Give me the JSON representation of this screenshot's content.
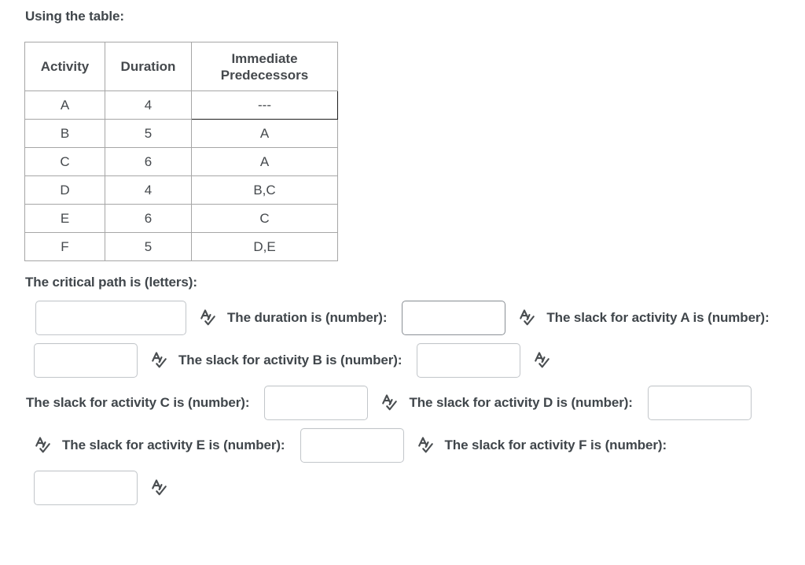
{
  "intro": {
    "heading": "Using the table:"
  },
  "table": {
    "name": "activity-duration-table",
    "headers": [
      "Activity",
      "Duration",
      "Immediate Predecessors"
    ],
    "rows": [
      {
        "activity": "A",
        "duration": "4",
        "predecessors": "---"
      },
      {
        "activity": "B",
        "duration": "5",
        "predecessors": "A"
      },
      {
        "activity": "C",
        "duration": "6",
        "predecessors": "A"
      },
      {
        "activity": "D",
        "duration": "4",
        "predecessors": "B,C"
      },
      {
        "activity": "E",
        "duration": "6",
        "predecessors": "C"
      },
      {
        "activity": "F",
        "duration": "5",
        "predecessors": "D,E"
      }
    ]
  },
  "prompt": {
    "critical_path_label": "The critical path is (letters):"
  },
  "questions": [
    {
      "id": "critical-path",
      "value": "",
      "placeholder": "",
      "width": "wide",
      "label_after": "The duration is (number):"
    },
    {
      "id": "duration",
      "value": "",
      "placeholder": "",
      "width": "narrow",
      "label_after": "The slack for activity A is (number):"
    },
    {
      "id": "slack-a",
      "value": "",
      "placeholder": "",
      "width": "narrow",
      "label_after": "The slack for activity B is (number):"
    },
    {
      "id": "slack-b",
      "value": "",
      "placeholder": "",
      "width": "narrow",
      "label_after": "The slack for activity C is (number):"
    },
    {
      "id": "slack-c",
      "value": "",
      "placeholder": "",
      "width": "narrow",
      "label_after": "The slack for activity D is (number):"
    },
    {
      "id": "slack-d",
      "value": "",
      "placeholder": "",
      "width": "narrow",
      "label_after": "The slack for activity E is (number):"
    },
    {
      "id": "slack-e",
      "value": "",
      "placeholder": "",
      "width": "narrow",
      "label_after": "The slack for activity F is (number):"
    },
    {
      "id": "slack-f",
      "value": "",
      "placeholder": "",
      "width": "narrow",
      "label_after": ""
    }
  ],
  "icons": {
    "spellcheck": "spellcheck-icon"
  },
  "colors": {
    "text": "#40464b",
    "table_border": "#a6a6a6",
    "emphasis_border": "#1d1d1d",
    "input_border": "#c2c6ca",
    "input_border_dark": "#8b9096",
    "background": "#ffffff"
  }
}
